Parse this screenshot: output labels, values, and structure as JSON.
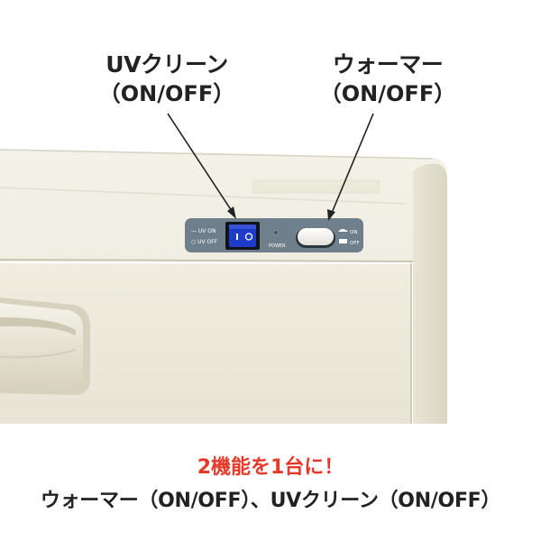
{
  "labels": {
    "uv_clean": {
      "title": "UVクリーン",
      "subtitle": "（ON/OFF）"
    },
    "warmer": {
      "title": "ウォーマー",
      "subtitle": "（ON/OFF）"
    }
  },
  "panel": {
    "uv_on_text": "— UV ON",
    "uv_off_text": "○ UV OFF",
    "power_text": "POWER",
    "warmer_on_text": "ON",
    "warmer_off_text": "OFF"
  },
  "caption": {
    "highlight": "2機能を1台に！",
    "main": "ウォーマー（ON/OFF）、UVクリーン（ON/OFF）"
  },
  "colors": {
    "highlight": "#e53a2b",
    "panel": "#6f7f8c",
    "rocker_switch": "#1e3cc8",
    "cabinet": "#eeeadb"
  }
}
